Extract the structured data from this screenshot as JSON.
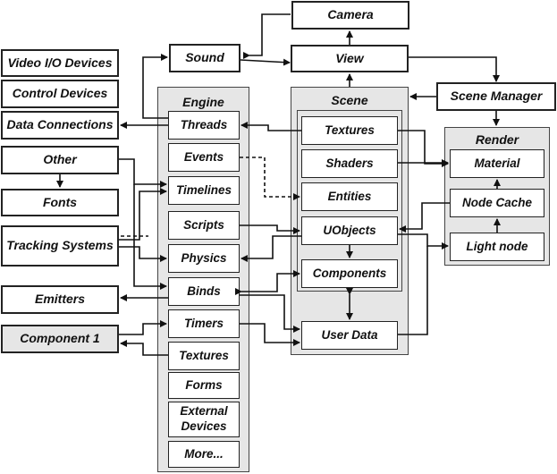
{
  "title": "",
  "groups": {
    "engine": "Engine",
    "scene": "Scene",
    "render": "Render"
  },
  "top": {
    "camera": "Camera",
    "view": "View",
    "sound": "Sound",
    "scene_manager": "Scene Manager"
  },
  "left": {
    "video_io": "Video I/O Devices",
    "control_devices": "Control Devices",
    "data_connections": "Data Connections",
    "other": "Other",
    "fonts": "Fonts",
    "tracking_systems": "Tracking Systems",
    "emitters": "Emitters",
    "component1": "Component 1"
  },
  "engine_items": [
    "Threads",
    "Events",
    "Timelines",
    "Scripts",
    "Physics",
    "Binds",
    "Timers",
    "Textures",
    "Forms",
    "External Devices",
    "More..."
  ],
  "scene_items": {
    "textures": "Textures",
    "shaders": "Shaders",
    "entities": "Entities",
    "uobjects": "UObjects",
    "components": "Components",
    "user_data": "User Data"
  },
  "render_items": {
    "material": "Material",
    "node_cache": "Node Cache",
    "light_node": "Light node"
  }
}
